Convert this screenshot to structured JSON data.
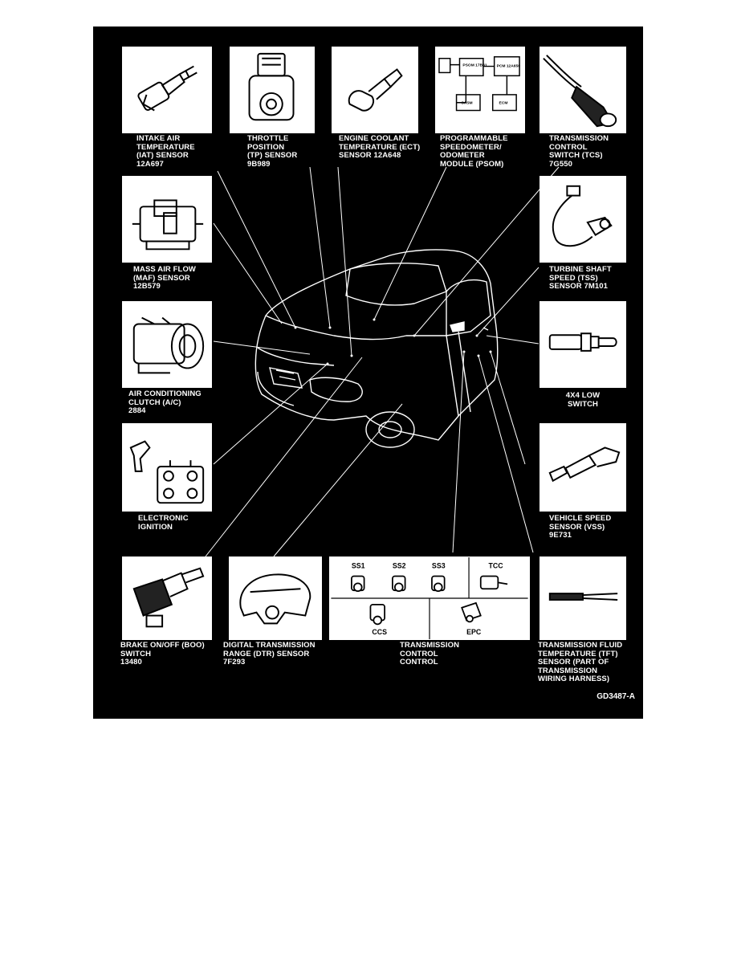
{
  "components": {
    "iat": {
      "lines": [
        "INTAKE AIR",
        "TEMPERATURE",
        "(IAT) SENSOR",
        "12A697"
      ]
    },
    "tp": {
      "lines": [
        "THROTTLE",
        "POSITION",
        "(TP) SENSOR",
        "9B989"
      ]
    },
    "ect": {
      "lines": [
        "ENGINE COOLANT",
        "TEMPERATURE (ECT)",
        "SENSOR 12A648"
      ]
    },
    "psom": {
      "lines": [
        "PROGRAMMABLE",
        "SPEEDOMETER/",
        "ODOMETER",
        "MODULE (PSOM)"
      ]
    },
    "tcs": {
      "lines": [
        "TRANSMISSION",
        "CONTROL",
        "SWITCH (TCS)",
        "7G550"
      ]
    },
    "maf": {
      "lines": [
        "MASS AIR FLOW",
        "(MAF) SENSOR",
        "12B579"
      ]
    },
    "tss": {
      "lines": [
        "TURBINE SHAFT",
        "SPEED (TSS)",
        "SENSOR 7M101"
      ]
    },
    "ac": {
      "lines": [
        "AIR CONDITIONING",
        "CLUTCH (A/C)",
        "2884"
      ]
    },
    "x4low": {
      "lines": [
        "4X4 LOW",
        "SWITCH"
      ]
    },
    "ign": {
      "lines": [
        "ELECTRONIC",
        "IGNITION"
      ]
    },
    "vss": {
      "lines": [
        "VEHICLE SPEED",
        "SENSOR (VSS)",
        "9E731"
      ]
    },
    "boo": {
      "lines": [
        "BRAKE ON/OFF (BOO)",
        "SWITCH",
        "13480"
      ]
    },
    "dtr": {
      "lines": [
        "DIGITAL TRANSMISSION",
        "RANGE (DTR) SENSOR",
        "7F293"
      ]
    },
    "tc": {
      "lines": [
        "TRANSMISSION",
        "CONTROL",
        "CONTROL"
      ]
    },
    "tft": {
      "lines": [
        "TRANSMISSION FLUID",
        "TEMPERATURE (TFT)",
        "SENSOR (PART OF",
        "TRANSMISSION",
        "WIRING HARNESS)"
      ]
    }
  },
  "psom_blocks": {
    "a": "PSOM 17B81",
    "b": "PCM 12A650",
    "c": "SASM",
    "d": "ECM"
  },
  "solenoids": [
    "SS1",
    "SS2",
    "SS3",
    "TCC",
    "CCS",
    "EPC"
  ],
  "figure_ref": "GD3487-A"
}
